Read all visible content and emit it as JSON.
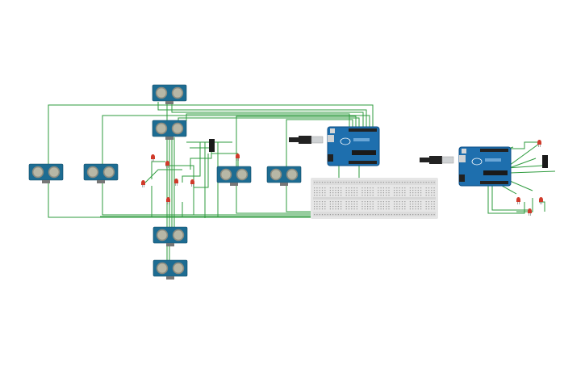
{
  "colors": {
    "wire": "#2e9b3e",
    "board": "#1e6fae",
    "board_dark": "#0f4f85",
    "sensor_board": "#1d6c92",
    "sensor_eye": "#b7b7a6",
    "breadboard": "#e6e6e6",
    "led_red": "#d03a2a",
    "usb_black": "#222222",
    "usb_steel": "#cfd2d4"
  },
  "components": {
    "sensors": [
      "sensor-1",
      "sensor-2",
      "sensor-3",
      "sensor-4",
      "sensor-5",
      "sensor-6",
      "sensor-7",
      "sensor-8"
    ],
    "arduino_boards": [
      "arduino-uno-main",
      "arduino-uno-secondary"
    ],
    "usb_cables": [
      "usb-cable-main",
      "usb-cable-secondary"
    ],
    "breadboard": "breadboard",
    "leds": [
      "led-1",
      "led-2",
      "led-3",
      "led-4",
      "led-5",
      "led-6",
      "led-7",
      "led-8",
      "led-9",
      "led-10",
      "led-11"
    ]
  }
}
